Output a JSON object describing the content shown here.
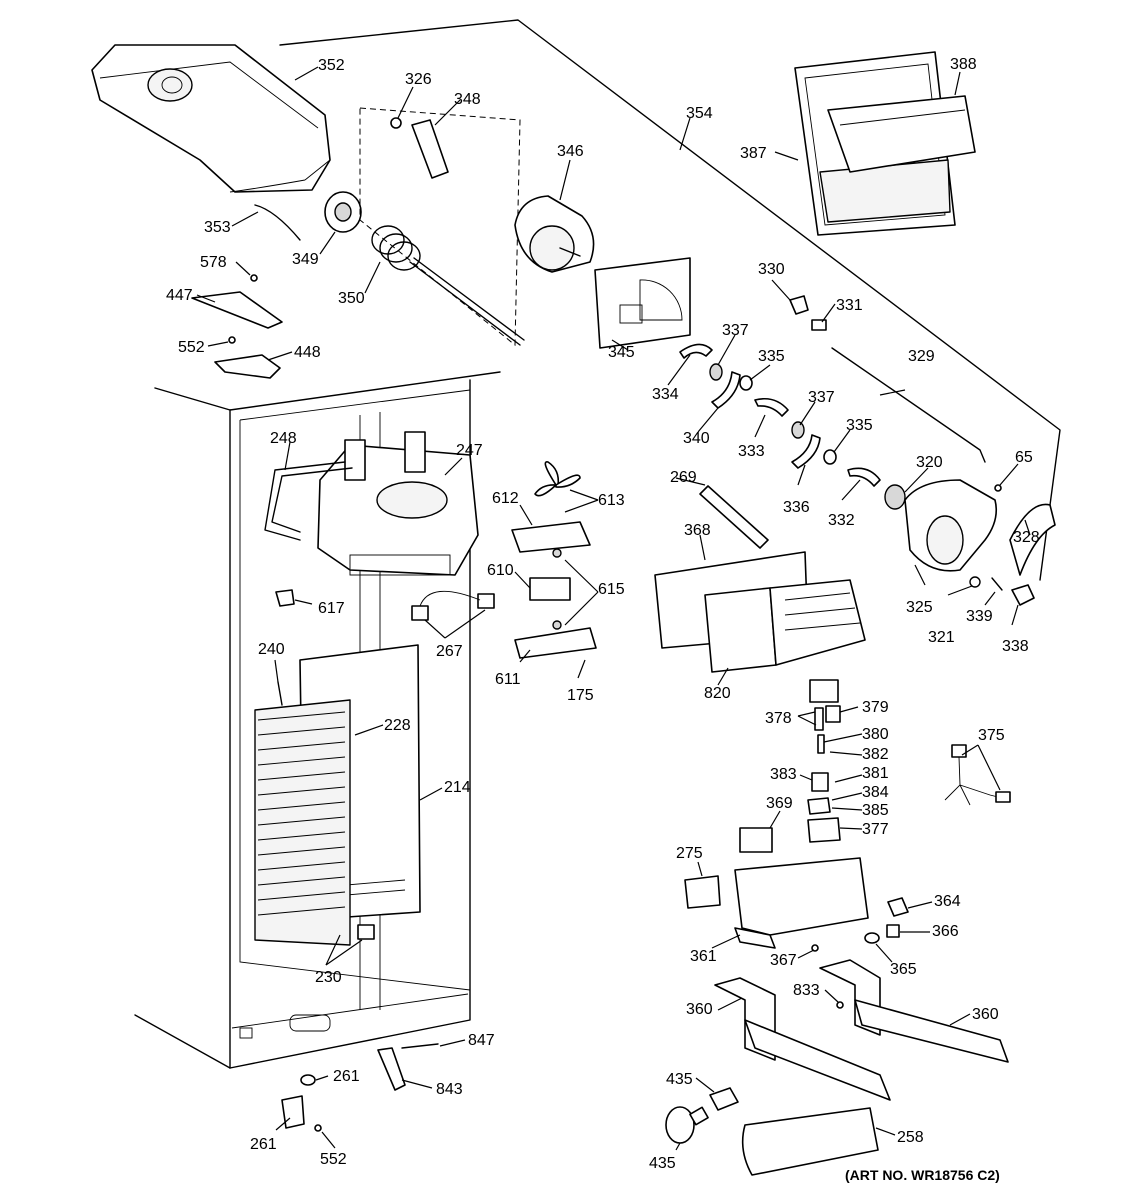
{
  "diagram": {
    "art_number": "(ART NO. WR18756 C2)",
    "callouts": {
      "c352": "352",
      "c326": "326",
      "c348": "348",
      "c354": "354",
      "c388": "388",
      "c346": "346",
      "c387": "387",
      "c353": "353",
      "c349": "349",
      "c578": "578",
      "c350": "350",
      "c447": "447",
      "c552a": "552",
      "c448": "448",
      "c345": "345",
      "c330": "330",
      "c331": "331",
      "c337a": "337",
      "c335a": "335",
      "c329": "329",
      "c334": "334",
      "c340": "340",
      "c333": "333",
      "c337b": "337",
      "c335b": "335",
      "c248": "248",
      "c247": "247",
      "c612": "612",
      "c613": "613",
      "c269": "269",
      "c320": "320",
      "c65": "65",
      "c336": "336",
      "c332": "332",
      "c368": "368",
      "c328": "328",
      "c610": "610",
      "c615": "615",
      "c617": "617",
      "c267": "267",
      "c325": "325",
      "c321": "321",
      "c339": "339",
      "c338": "338",
      "c611": "611",
      "c175": "175",
      "c820": "820",
      "c240": "240",
      "c228": "228",
      "c379": "379",
      "c378": "378",
      "c375": "375",
      "c380": "380",
      "c382": "382",
      "c383": "383",
      "c381": "381",
      "c214": "214",
      "c384": "384",
      "c369": "369",
      "c385": "385",
      "c377": "377",
      "c275": "275",
      "c364": "364",
      "c366": "366",
      "c361": "361",
      "c367": "367",
      "c365": "365",
      "c230": "230",
      "c833": "833",
      "c360a": "360",
      "c360b": "360",
      "c847": "847",
      "c261a": "261",
      "c843": "843",
      "c435a": "435",
      "c261b": "261",
      "c552b": "552",
      "c258": "258",
      "c435b": "435"
    }
  }
}
